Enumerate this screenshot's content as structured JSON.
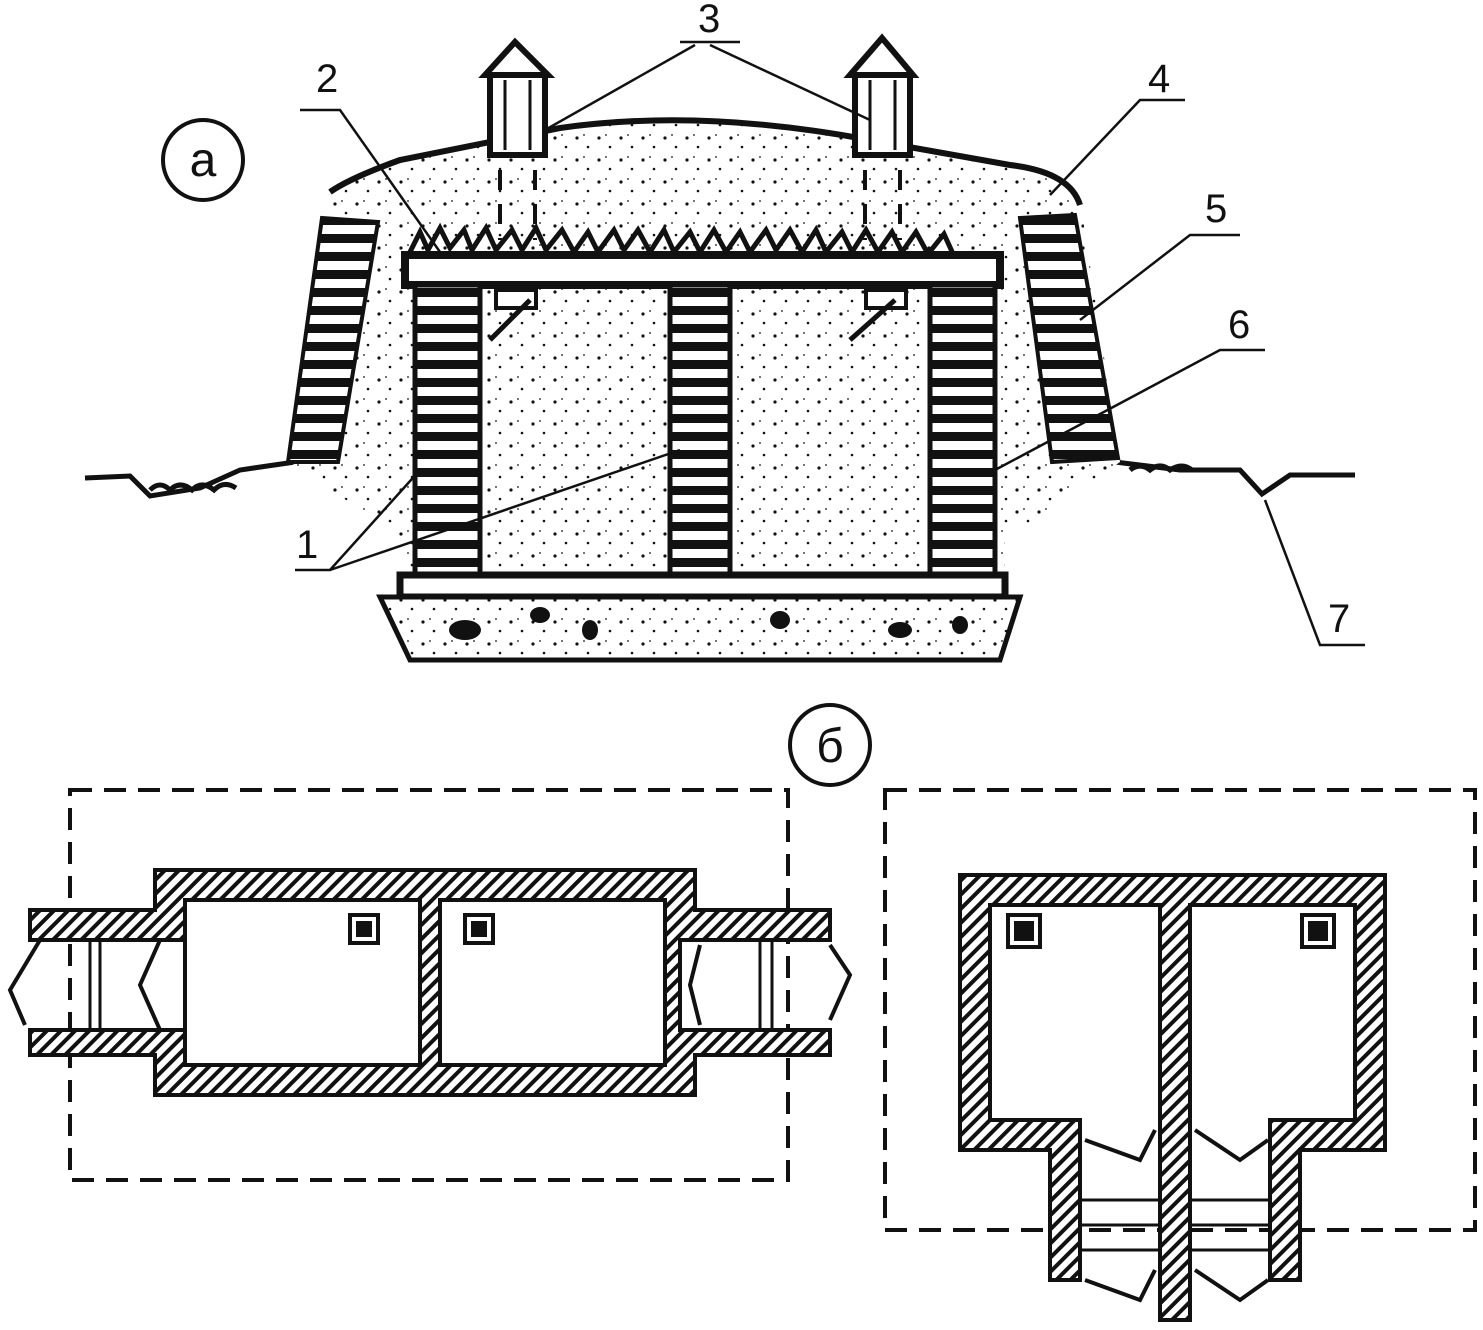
{
  "panel_a": {
    "marker": "а",
    "callouts": [
      "1",
      "2",
      "3",
      "4",
      "5",
      "6",
      "7"
    ]
  },
  "panel_b": {
    "marker": "б"
  },
  "colors": {
    "ink": "#111111",
    "paper": "#ffffff"
  }
}
